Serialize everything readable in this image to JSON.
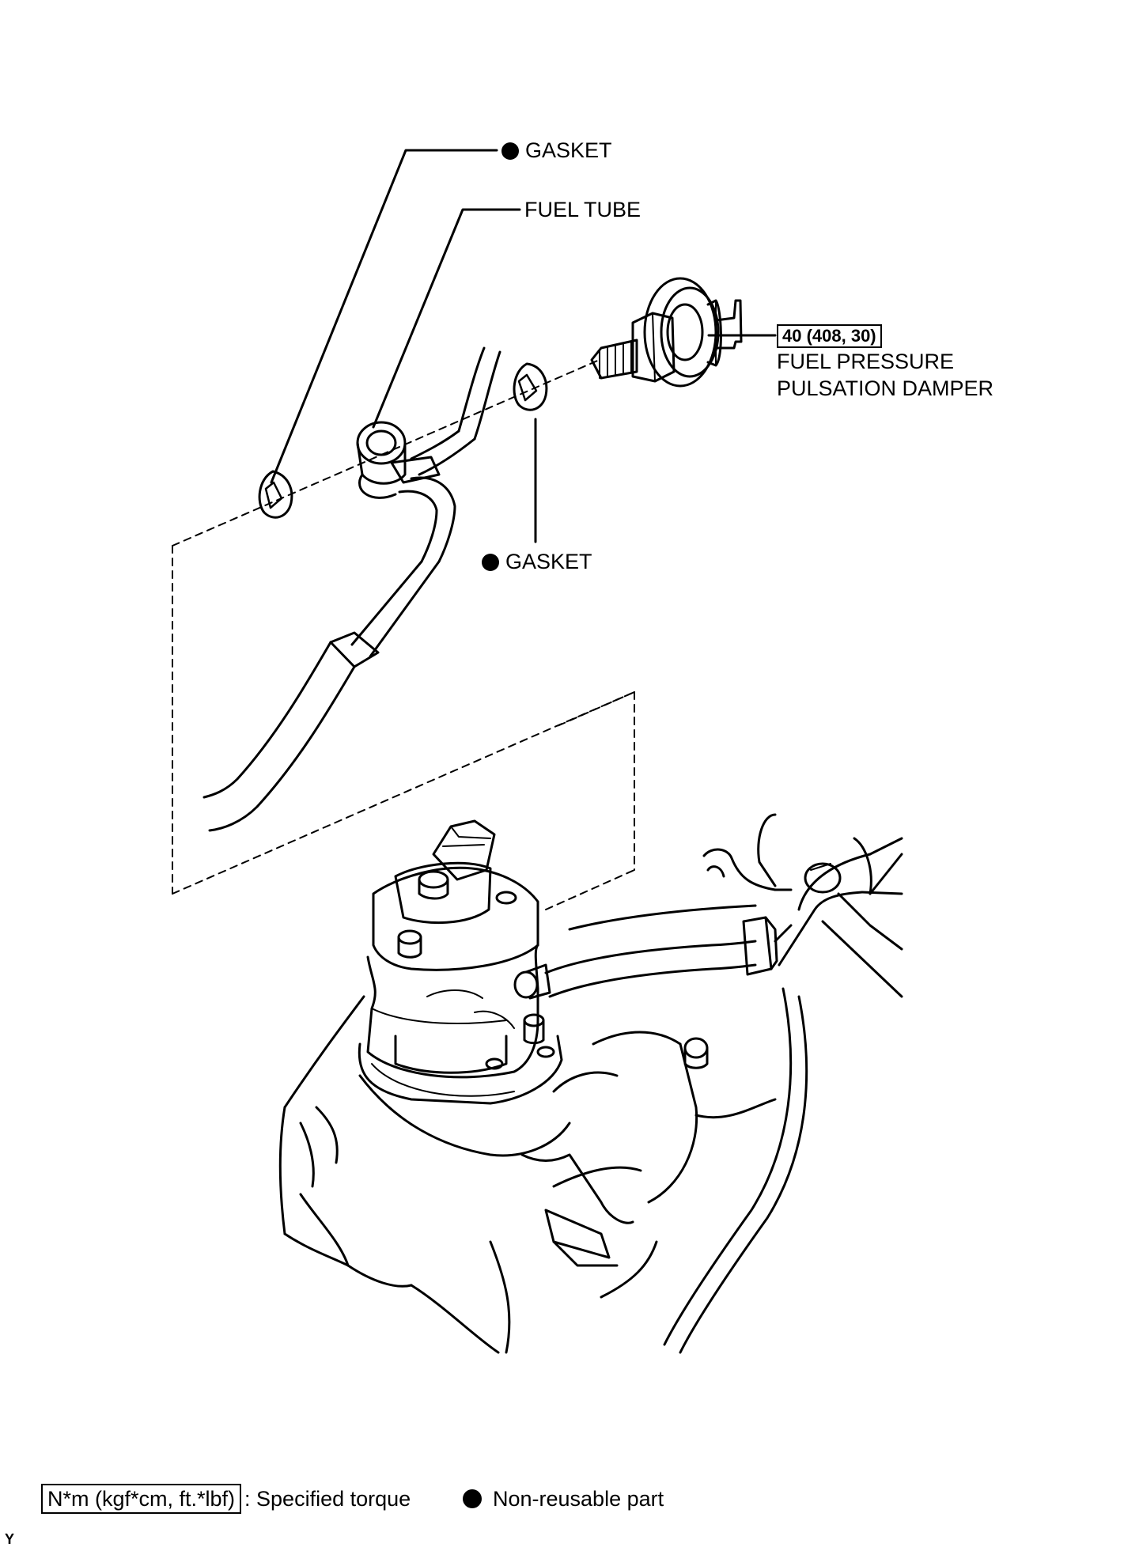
{
  "labels": {
    "gasket_top": "GASKET",
    "fuel_tube": "FUEL TUBE",
    "torque_value": "40 (408, 30)",
    "damper_line1": "FUEL PRESSURE",
    "damper_line2": "PULSATION DAMPER",
    "gasket_bottom": "GASKET"
  },
  "legend": {
    "torque_unit": "N*m (kgf*cm, ft.*lbf)",
    "torque_desc": ": Specified torque",
    "nonreusable_desc": "Non-reusable part"
  },
  "corner_mark": "Y"
}
